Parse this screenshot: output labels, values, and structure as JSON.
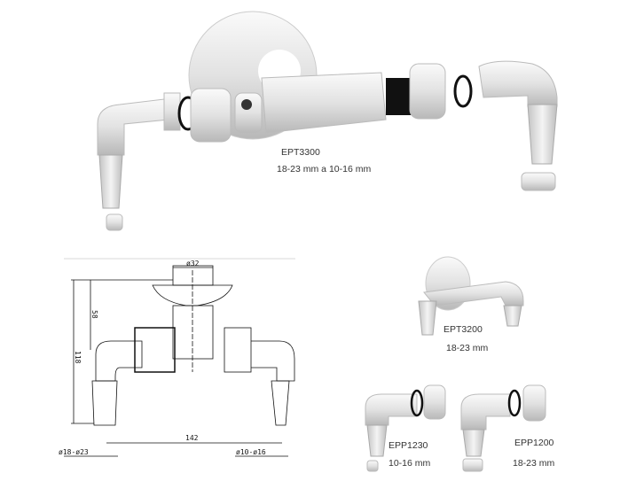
{
  "products": {
    "ept3300": {
      "code": "EPT3300",
      "range": "18-23 mm a 10-16 mm"
    },
    "ept3200": {
      "code": "EPT3200",
      "range": "18-23 mm"
    },
    "epp1230": {
      "code": "EPP1230",
      "range": "10-16 mm"
    },
    "epp1200": {
      "code": "EPP1200",
      "range": "18-23 mm"
    }
  },
  "drawing": {
    "dim_top": "ø32",
    "dim_height_inner": "58",
    "dim_height_total": "118",
    "dim_width": "142",
    "dim_left_hose": "ø18-ø23",
    "dim_right_hose": "ø10-ø16"
  }
}
